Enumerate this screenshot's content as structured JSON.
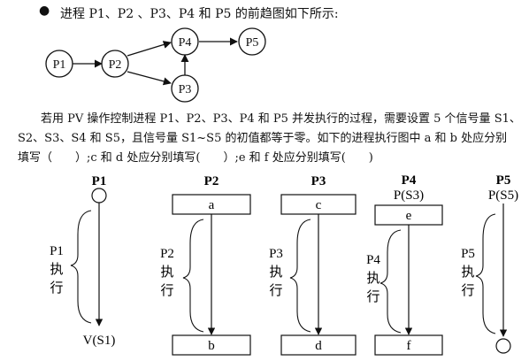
{
  "intro": {
    "bullet": "●",
    "text": "进程 P1、P2 、P3、P4 和 P5 的前趋图如下所示:"
  },
  "precedence_graph": {
    "nodes": [
      "P1",
      "P2",
      "P3",
      "P4",
      "P5"
    ]
  },
  "paragraph": {
    "line1": "若用 PV 操作控制进程 P1、P2、P3、P4 和 P5 并发执行的过程，需要设置 5 个信号量 S1、",
    "line2": "S2、S3、S4 和 S5，且信号量 S1~S5 的初值都等于零。如下的进程执行图中 a 和 b 处应分别",
    "line3": "填写（　　）;c 和 d 处应分别填写(　　）;e 和 f 处应分别填写(　　)"
  },
  "execution_diagram": {
    "p1": {
      "title": "P1",
      "exec_name": "P1",
      "exec_1": "执",
      "exec_2": "行",
      "bottom_op": "V(S1)"
    },
    "p2": {
      "title": "P2",
      "top_box": "a",
      "exec_name": "P2",
      "exec_1": "执",
      "exec_2": "行",
      "bottom_box": "b"
    },
    "p3": {
      "title": "P3",
      "top_box": "c",
      "exec_name": "P3",
      "exec_1": "执",
      "exec_2": "行",
      "bottom_box": "d"
    },
    "p4": {
      "title": "P4",
      "top_op": "P(S3)",
      "top_box": "e",
      "exec_name": "P4",
      "exec_1": "执",
      "exec_2": "行",
      "bottom_box": "f"
    },
    "p5": {
      "title": "P5",
      "top_op": "P(S5)",
      "exec_name": "P5",
      "exec_1": "执",
      "exec_2": "行"
    }
  }
}
